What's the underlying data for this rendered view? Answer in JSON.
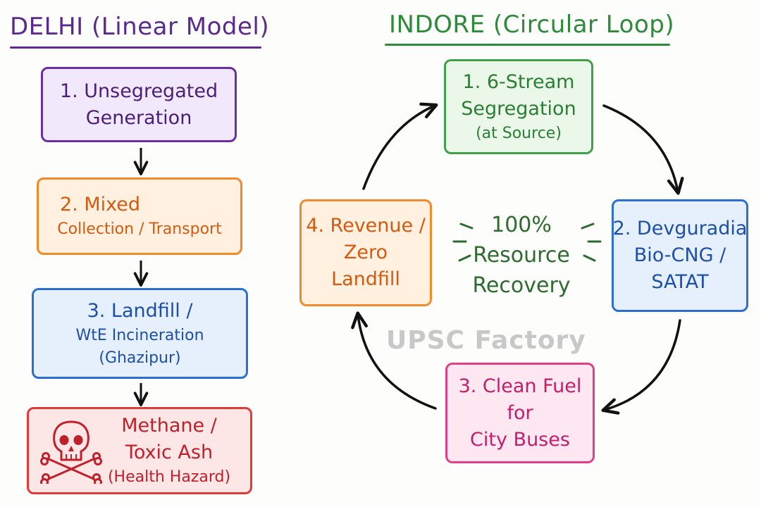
{
  "delhi": {
    "title": "DELHI (Linear Model)",
    "steps": [
      {
        "lines": [
          "1. Unsegregated",
          "Generation"
        ]
      },
      {
        "lines": [
          "2.  Mixed",
          "Collection / Transport"
        ]
      },
      {
        "lines": [
          "3.  Landfill /",
          "WtE Incineration",
          "(Ghazipur)"
        ]
      },
      {
        "lines": [
          "Methane /",
          "Toxic Ash",
          "(Health Hazard)"
        ],
        "icon": "skull-crossbones-icon"
      }
    ]
  },
  "indore": {
    "title": "INDORE (Circular Loop)",
    "steps": [
      {
        "lines": [
          "1. 6-Stream",
          "Segregation",
          "(at Source)"
        ]
      },
      {
        "lines": [
          "2. Devguradia",
          "Bio-CNG /",
          "SATAT"
        ]
      },
      {
        "lines": [
          "3. Clean Fuel",
          "for",
          "City Buses"
        ]
      },
      {
        "lines": [
          "4. Revenue /",
          "Zero",
          "Landfill"
        ]
      }
    ],
    "center": [
      "100%",
      "Resource",
      "Recovery"
    ]
  },
  "watermark": "UPSC Factory",
  "colors": {
    "purple": "#6a2fa0",
    "orange": "#f08a2a",
    "blue": "#2d6fd0",
    "red": "#e03a3a",
    "green": "#3fa24a",
    "pink": "#e0408a",
    "arrow": "#111111"
  }
}
